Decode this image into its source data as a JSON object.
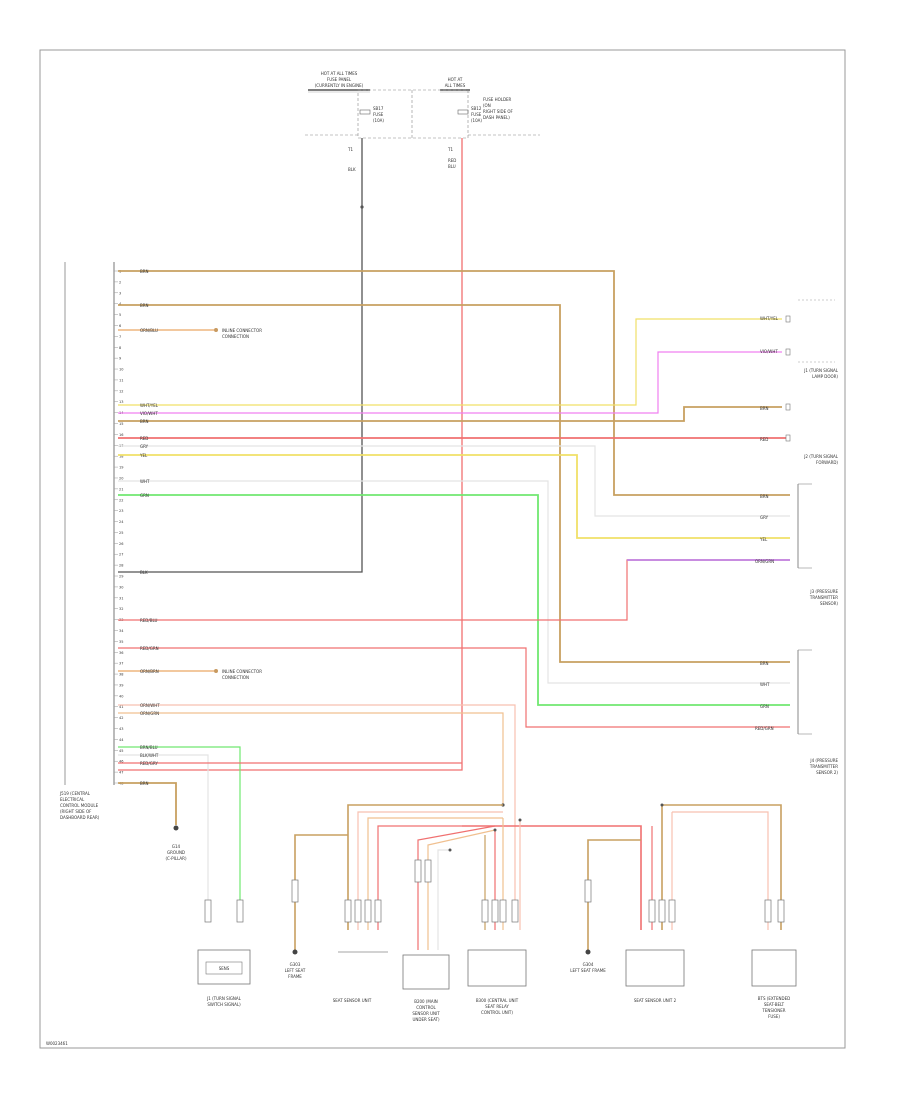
{
  "diagram": {
    "footer_code": "W0023461",
    "colors": {
      "brown": "#c8a060",
      "black": "#555555",
      "red": "#f07070",
      "yellow": "#f0e068",
      "violet": "#f080f0",
      "green": "#70e870",
      "white": "#e4e4e4",
      "pink": "#f8c0b0",
      "orange": "#f0c090"
    },
    "top": {
      "left_fuse": [
        "HOT AT ALL TIMES",
        "FUSE PANEL",
        "(CURRENTLY IN ENGINE)"
      ],
      "right_fuse": [
        "HOT AT",
        "ALL TIMES"
      ],
      "right_note": [
        "FUSE HOLDER",
        "(ON",
        "RIGHT SIDE OF",
        "DASH PANEL)"
      ],
      "fuse_a": [
        "SB17",
        "FUSE",
        "(10A)"
      ],
      "fuse_b": [
        "SB12",
        "FUSE",
        "(10A)"
      ],
      "wire_a": [
        "T1",
        "BLK"
      ],
      "wire_b": [
        "T1",
        "RED",
        "BLU"
      ]
    },
    "left_module": [
      "J519 (CENTRAL",
      "ELECTRICAL",
      "CONTROL MODULE",
      "(RIGHT SIDE OF",
      "DASHBOARD REAR)"
    ],
    "pin_labels": {
      "p1": "BRN",
      "p4": "BRN",
      "p6": "ORN/BLU",
      "p15": "WHT/YEL",
      "p16": "VIO/WHT",
      "p17": "BRN",
      "p18": "RED",
      "p19": "GRY",
      "p20": "YEL",
      "p22": "WHT",
      "p23": "GRN",
      "p30": "BLK",
      "p34": "RED/BLU",
      "p38": "RED/GRN",
      "p40": "ORN/BRN",
      "p42": "ORN/WHT",
      "p43": "ORN/GRN",
      "p45": "BRN/BLU",
      "p46": "BLK/WHT",
      "p47": "RED/GRY",
      "p48": "BRN"
    },
    "inline_conn": [
      "INLINE CONNECTOR",
      "CONNECTION"
    ],
    "inline_conn2": [
      "INLINE CONNECTOR",
      "CONNECTION"
    ],
    "ground": [
      "G14",
      "GROUND",
      "(C-PILLAR)"
    ],
    "right_group1": {
      "wires": [
        "WHT/YEL",
        "VIO/WHT"
      ],
      "label": [
        "J1 (TURN SIGNAL",
        "LAMP DOOR)"
      ]
    },
    "right_group2": {
      "wires": [
        "BRN",
        "RED"
      ],
      "label": [
        "J2 (TURN SIGNAL",
        "FORWARD)"
      ]
    },
    "right_group3": {
      "wires": [
        "BRN",
        "GRY",
        "YEL",
        "ORN/GRN"
      ],
      "label": [
        "J3 (PRESSURE",
        "TRANSMITTER",
        "SENSOR)"
      ]
    },
    "right_group4": {
      "wires": [
        "BRN",
        "WHT",
        "GRN",
        "RED/GRN"
      ],
      "label": [
        "J4 (PRESSURE",
        "TRANSMITTER",
        "SENSOR 2)"
      ]
    },
    "bottom": {
      "b1": [
        "J1 (TURN SIGNAL",
        "SWITCH SIGNAL)"
      ],
      "b1_box": "SENS",
      "b2": [
        "G303",
        "LEFT SEAT",
        "FRAME"
      ],
      "b3": [
        "SEAT SENSOR UNIT"
      ],
      "b4": [
        "B200 (MAIN",
        "CONTROL",
        "SENSOR UNIT",
        "UNDER SEAT)"
      ],
      "b5": [
        "B300 (CENTRAL UNIT",
        "SEAT RELAY",
        "CONTROL UNIT)"
      ],
      "b6": [
        "G304",
        "LEFT SEAT FRAME"
      ],
      "b7": [
        "SEAT SENSOR UNIT 2"
      ],
      "b8": [
        "BTS (EXTENDED",
        "SEAT-BELT",
        "TENSIONER",
        "FUSE)"
      ]
    }
  }
}
